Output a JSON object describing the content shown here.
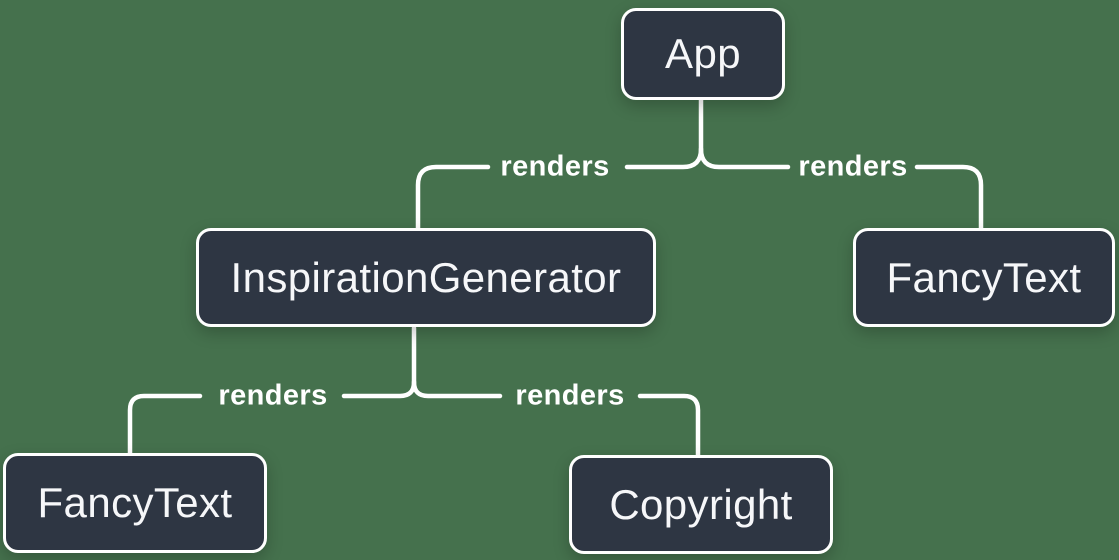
{
  "palette": {
    "background": "#45714D",
    "node_fill": "#2E3643",
    "node_border": "#FFFFFF",
    "node_text": "#F6F7F9",
    "line": "#FFFFFF",
    "label_text": "#FFFFFF"
  },
  "diagram": {
    "type": "render-tree",
    "nodes": [
      {
        "id": "app",
        "label": "App"
      },
      {
        "id": "inspiration-generator",
        "label": "InspirationGenerator"
      },
      {
        "id": "fancy-text-right",
        "label": "FancyText"
      },
      {
        "id": "fancy-text-left",
        "label": "FancyText"
      },
      {
        "id": "copyright",
        "label": "Copyright"
      }
    ],
    "edges": [
      {
        "from": "App",
        "to": "InspirationGenerator",
        "label": "renders"
      },
      {
        "from": "App",
        "to": "FancyText",
        "label": "renders"
      },
      {
        "from": "InspirationGenerator",
        "to": "FancyText",
        "label": "renders"
      },
      {
        "from": "InspirationGenerator",
        "to": "Copyright",
        "label": "renders"
      }
    ]
  }
}
